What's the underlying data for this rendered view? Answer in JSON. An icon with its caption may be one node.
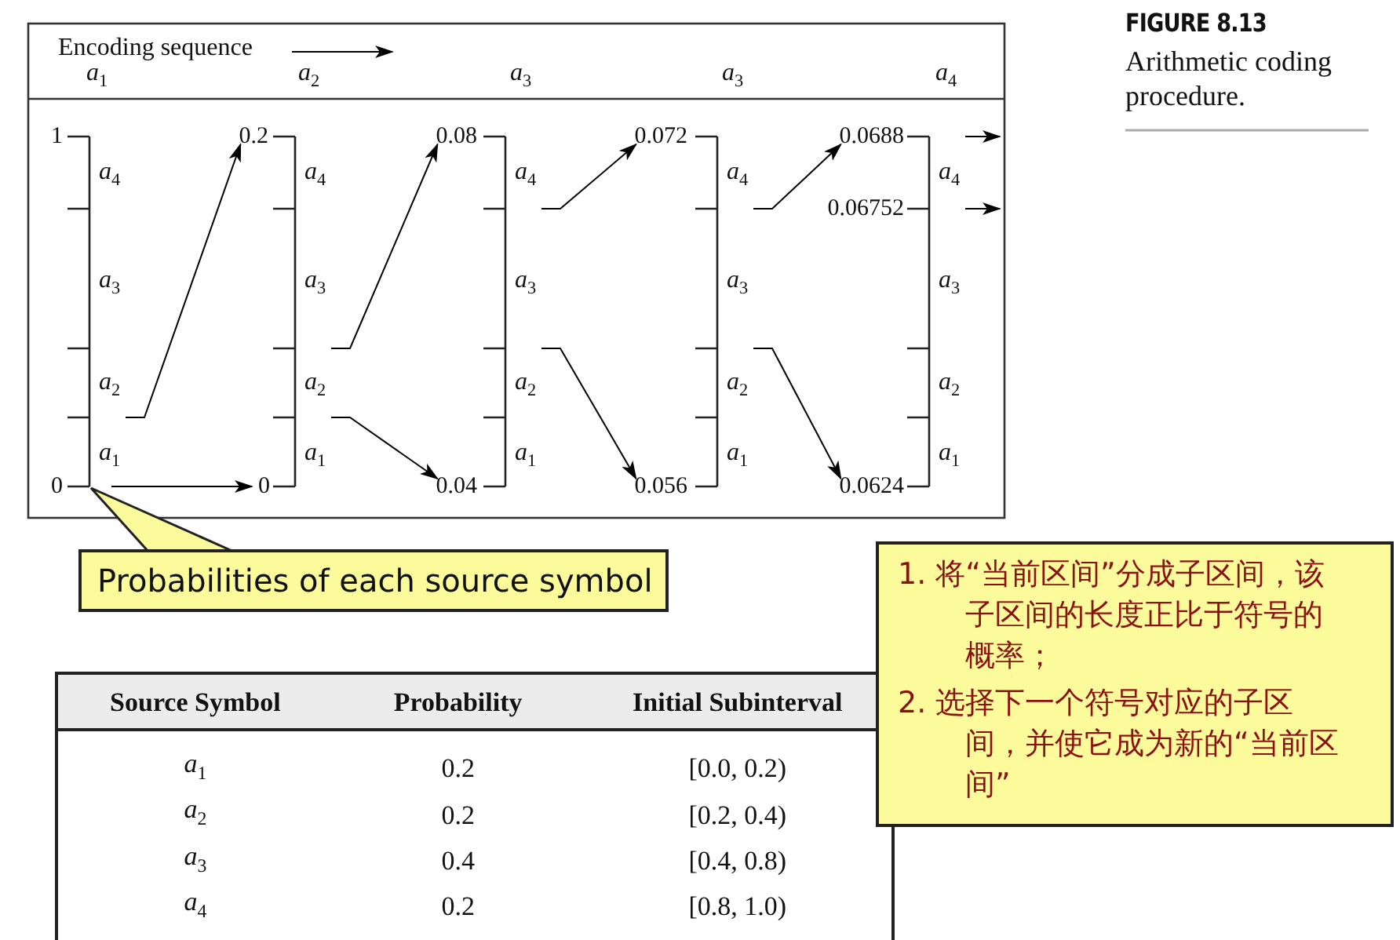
{
  "diagram": {
    "title": "FIGURE 8.13",
    "caption": "Arithmetic coding procedure.",
    "nodes": [
      {
        "text": [
          "1"
        ]
      },
      {
        "text": [
          "*a*$_{4}$",
          "*a*$_{3}$",
          "*a*$_{2}$",
          "*a*$_{1}$"
        ]
      },
      {
        "text": [
          "0"
        ]
      },
      {
        "text": [
          "0.2"
        ]
      },
      {
        "text": [
          "*a*$_{4}$",
          "*a*$_{3}$",
          "*a*$_{2}$",
          "*a*$_{1}$"
        ]
      },
      {
        "text": [
          "0"
        ]
      },
      {
        "text": [
          "0.08"
        ]
      },
      {
        "text": [
          "*a*$_{4}$",
          "*a*$_{3}$",
          "*a*$_{2}$",
          "*a*$_{1}$"
        ]
      },
      {
        "text": [
          "0.04"
        ]
      },
      {
        "text": [
          "0.072"
        ]
      },
      {
        "text": [
          "*a*$_{4}$",
          "*a*$_{3}$",
          "*a*$_{2}$",
          "*a*$_{1}$"
        ]
      },
      {
        "text": [
          "0.056"
        ]
      },
      {
        "text": [
          "0.0688"
        ]
      },
      {
        "text": [
          "0.06752"
        ]
      },
      {
        "text": [
          "*a*$_{4}$",
          "*a*$_{3}$",
          "*a*$_{2}$",
          "*a*$_{1}$"
        ]
      },
      {
        "text": [
          "0.0624"
        ]
      },
      {
        "text": [
          "Probabilities of each source symbol"
        ]
      },
      {
        "text": [
          "1. 将“当前区间”分成子区间，该子区间的长度正比于符号的概率；",
          "2. 选择下一个符号对应的子区间，并使它成为新的“当前区间”"
        ]
      }
    ],
    "edges": [
      {
        "from": 1,
        "to": 3,
        "arrow": "to"
      },
      {
        "from": 1,
        "to": 5,
        "arrow": "to"
      },
      {
        "from": 4,
        "to": 6,
        "arrow": "to"
      },
      {
        "from": 4,
        "to": 8,
        "arrow": "to"
      },
      {
        "from": 7,
        "to": 9,
        "arrow": "to"
      },
      {
        "from": 7,
        "to": 11,
        "arrow": "to"
      },
      {
        "from": 10,
        "to": 12,
        "arrow": "to"
      },
      {
        "from": 10,
        "to": 15,
        "arrow": "to"
      },
      {
        "from": 14,
        "to": null,
        "arrow": "to"
      },
      {
        "from": 14,
        "to": null,
        "arrow": "to"
      },
      {
        "from": 16,
        "to": 1,
        "arrow": "none"
      }
    ],
    "labels": [
      "Encoding sequence",
      "*a*$_{1}$",
      "*a*$_{2}$",
      "*a*$_{3}$",
      "*a*$_{3}$",
      "*a*$_{4}$",
      "Source Symbol",
      "Probability",
      "Initial Subinterval",
      "*a*$_{1}$",
      "0.2",
      "[0.0, 0.2)",
      "*a*$_{2}$",
      "0.2",
      "[0.2, 0.4)",
      "*a*$_{3}$",
      "0.4",
      "[0.4, 0.8)",
      "*a*$_{4}$",
      "0.2",
      "[0.8, 1.0)"
    ]
  }
}
